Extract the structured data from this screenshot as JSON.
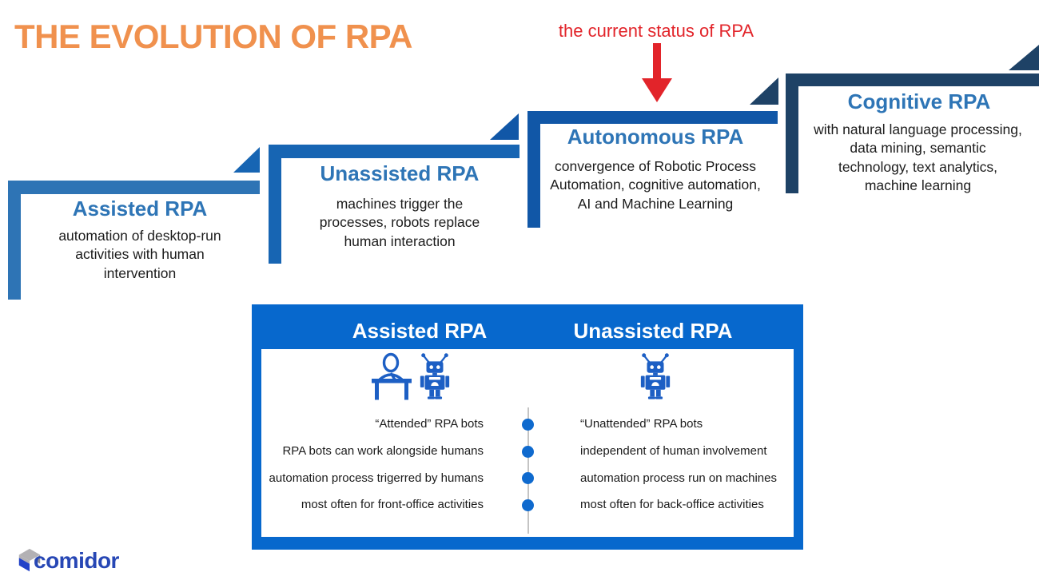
{
  "title": "THE EVOLUTION OF RPA",
  "annotation": {
    "label": "the current status of RPA"
  },
  "steps": [
    {
      "title": "Assisted RPA",
      "body": "automation of desktop-run\nactivities with human\nintervention"
    },
    {
      "title": "Unassisted RPA",
      "body": "machines trigger the\nprocesses, robots replace\nhuman interaction"
    },
    {
      "title": "Autonomous RPA",
      "body": "convergence of Robotic Process\nAutomation, cognitive automation,\nAI and Machine Learning"
    },
    {
      "title": "Cognitive RPA",
      "body": "with natural language processing,\ndata mining, semantic\ntechnology, text analytics,\nmachine learning"
    }
  ],
  "comparison": {
    "columns": [
      "Assisted RPA",
      "Unassisted RPA"
    ],
    "icons": {
      "left": "person-at-desk-with-robot",
      "right": "robot"
    },
    "rows": [
      {
        "left": "“Attended” RPA bots",
        "right": "“Unattended” RPA bots"
      },
      {
        "left": "RPA bots can work alongside humans",
        "right": "independent of human involvement"
      },
      {
        "left": "automation process trigerred by humans",
        "right": "automation process run on machines"
      },
      {
        "left": "most often for front-office activities",
        "right": "most often for back-office activities"
      }
    ]
  },
  "logo": {
    "text": "comidor",
    "icon": "cube-logo-icon"
  },
  "colors": {
    "title_orange": "#f0914e",
    "status_red": "#e2242a",
    "step_title_blue": "#2e75b6",
    "step1_blue": "#2e74b5",
    "step2_blue": "#1765b3",
    "step3_blue": "#1157a7",
    "step4_navy": "#1e4266",
    "table_blue": "#0768cd",
    "dot_blue": "#0f6ace",
    "icon_blue": "#1d5fc4",
    "divider_gray": "#c4c4c4",
    "logo_blue": "#2747b5",
    "logo_gray": "#b3b1b4"
  }
}
